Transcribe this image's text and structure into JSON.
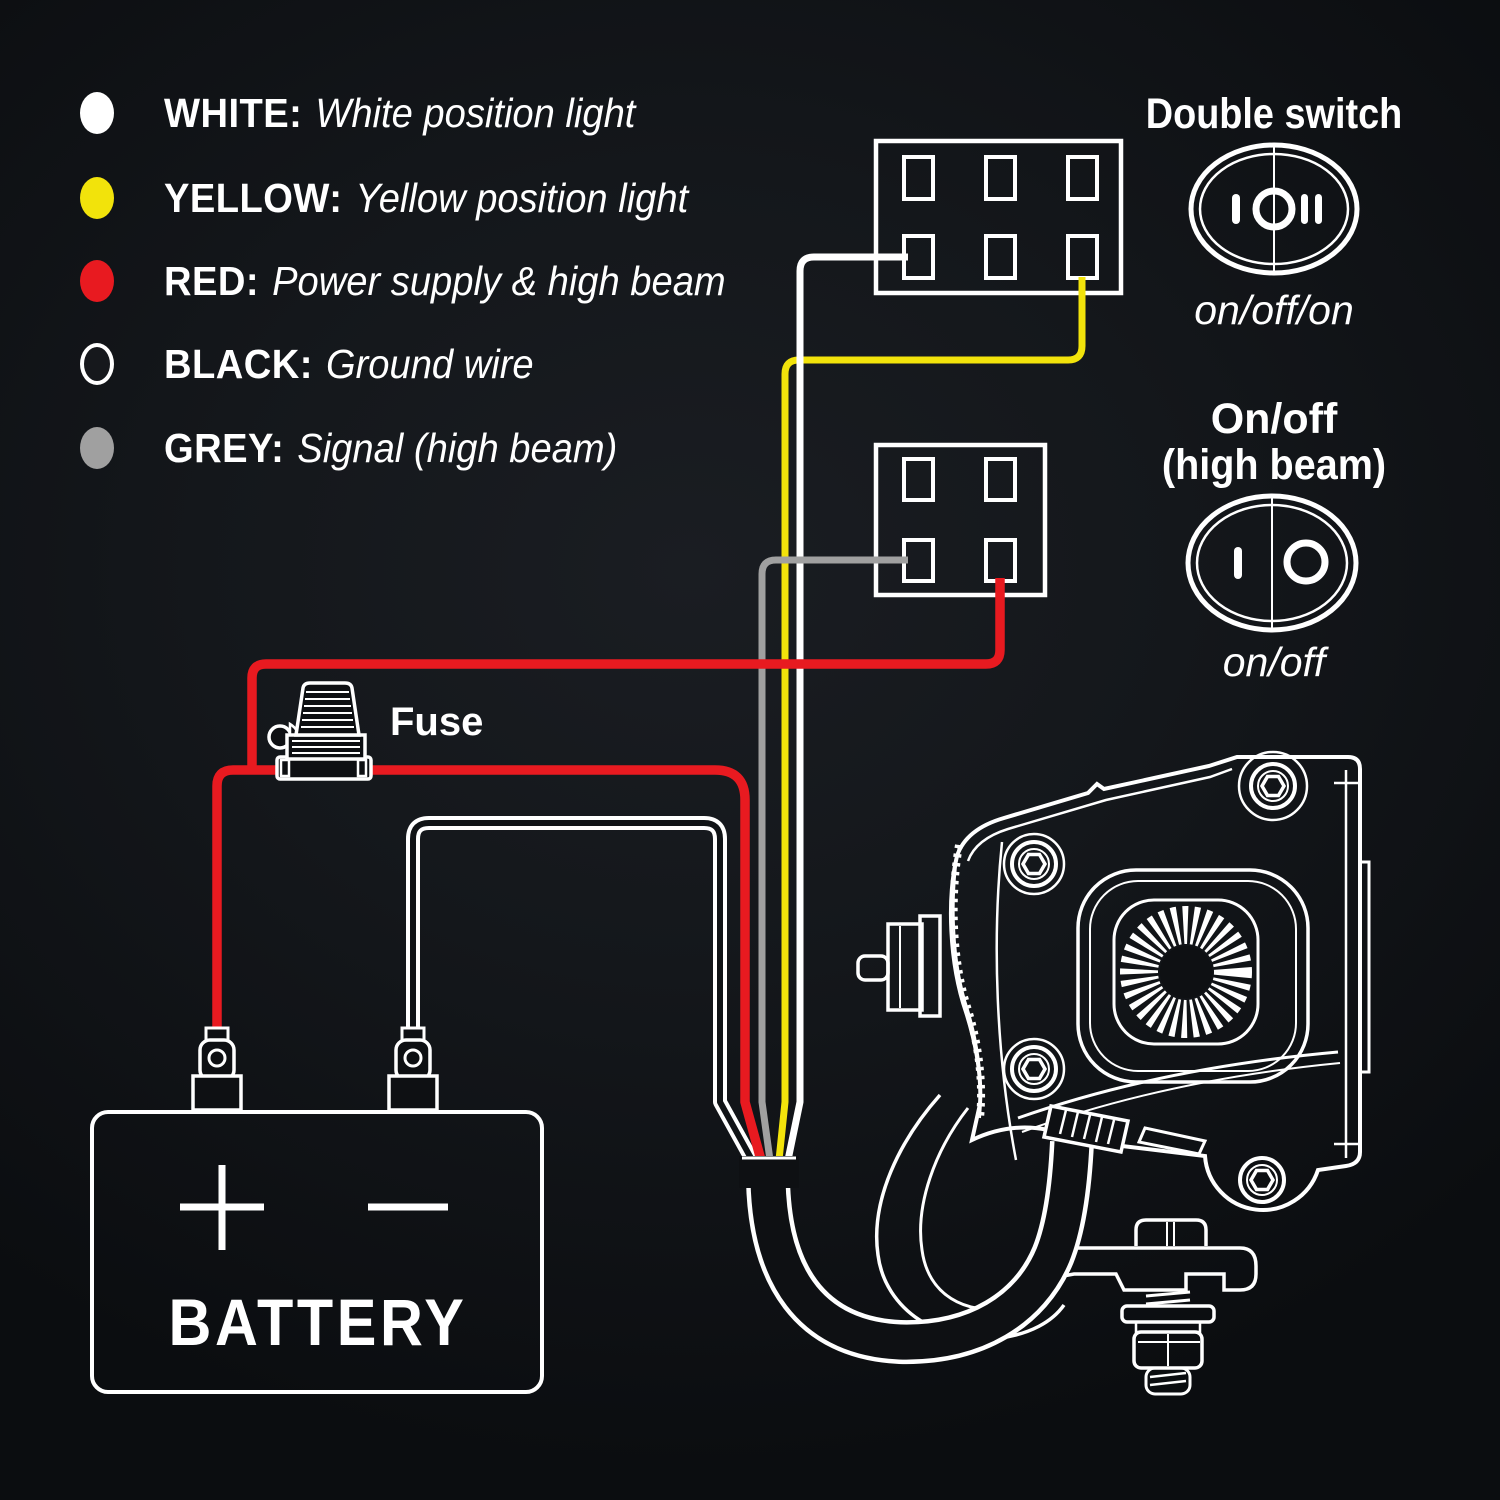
{
  "legend": {
    "items": [
      {
        "id": "white",
        "label": "WHITE:",
        "desc": "White position light",
        "color": "#ffffff"
      },
      {
        "id": "yellow",
        "label": "YELLOW:",
        "desc": "Yellow position light",
        "color": "#f2e30b"
      },
      {
        "id": "red",
        "label": "RED:",
        "desc": "Power supply & high beam",
        "color": "#e81a20"
      },
      {
        "id": "black",
        "label": "BLACK:",
        "desc": "Ground wire",
        "color": "#16181c",
        "ring_color": "#ffffff"
      },
      {
        "id": "grey",
        "label": "GREY:",
        "desc": "Signal (high beam)",
        "color": "#a0a0a0"
      }
    ]
  },
  "switches": {
    "double": {
      "title": "Double switch",
      "markings": "I O II",
      "caption": "on/off/on"
    },
    "high_beam": {
      "title_line1": "On/off",
      "title_line2": "(high beam)",
      "markings": "I O",
      "caption": "on/off"
    }
  },
  "fuse": {
    "label": "Fuse"
  },
  "battery": {
    "label": "BATTERY",
    "positive_symbol": "+",
    "negative_symbol": "−"
  },
  "connectors": {
    "six_pin": {
      "pins": 6
    },
    "four_pin": {
      "pins": 4
    }
  },
  "wires": {
    "white": "#ffffff",
    "yellow": "#f2e30b",
    "red": "#e81a20",
    "black_outline": "#ffffff",
    "grey": "#a0a0a0"
  },
  "light": {
    "name": "led-work-light-rear-view-with-bracket"
  }
}
